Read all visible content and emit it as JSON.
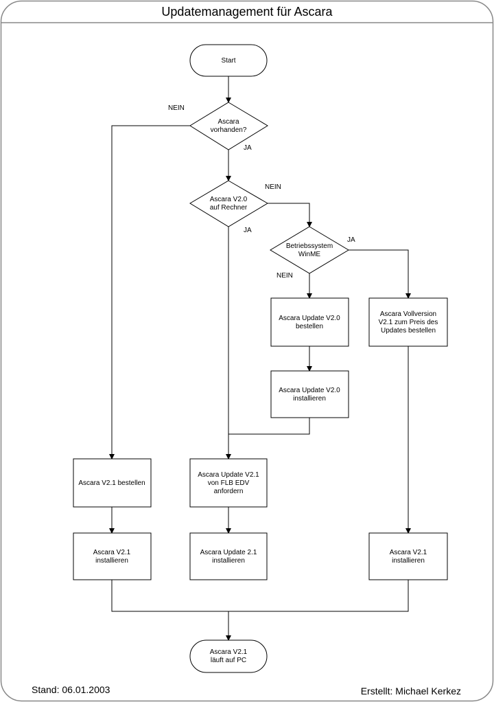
{
  "title": "Updatemanagement für Ascara",
  "footer": {
    "stand": "Stand: 06.01.2003",
    "author": "Erstellt: Michael Kerkez"
  },
  "nodes": {
    "start": [
      "Start"
    ],
    "ascara_vorhanden": [
      "Ascara",
      "vorhanden?"
    ],
    "v20_auf_rechner": [
      "Ascara V2.0",
      "auf Rechner"
    ],
    "betriebssystem": [
      "Betriebssystem",
      "WinME"
    ],
    "update_v20_bestellen": [
      "Ascara Update V2.0",
      "bestellen"
    ],
    "update_v20_installieren": [
      "Ascara Update V2.0",
      "installieren"
    ],
    "vollversion": [
      "Ascara Vollversion",
      "V2.1 zum Preis des",
      "Updates bestellen"
    ],
    "v21_bestellen": [
      "Ascara V2.1 bestellen"
    ],
    "update_v21_anfordern": [
      "Ascara Update V2.1",
      "von FLB EDV",
      "anfordern"
    ],
    "v21_installieren_left": [
      "Ascara V2.1",
      "installieren"
    ],
    "update21_installieren": [
      "Ascara Update 2.1",
      "installieren"
    ],
    "v21_installieren_right": [
      "Ascara V2.1",
      "installieren"
    ],
    "end": [
      "Ascara V2.1",
      "läuft auf PC"
    ]
  },
  "edge_labels": {
    "nein_1": "NEIN",
    "ja_1": "JA",
    "nein_2": "NEIN",
    "ja_2": "JA",
    "ja_3": "JA",
    "nein_3": "NEIN"
  }
}
